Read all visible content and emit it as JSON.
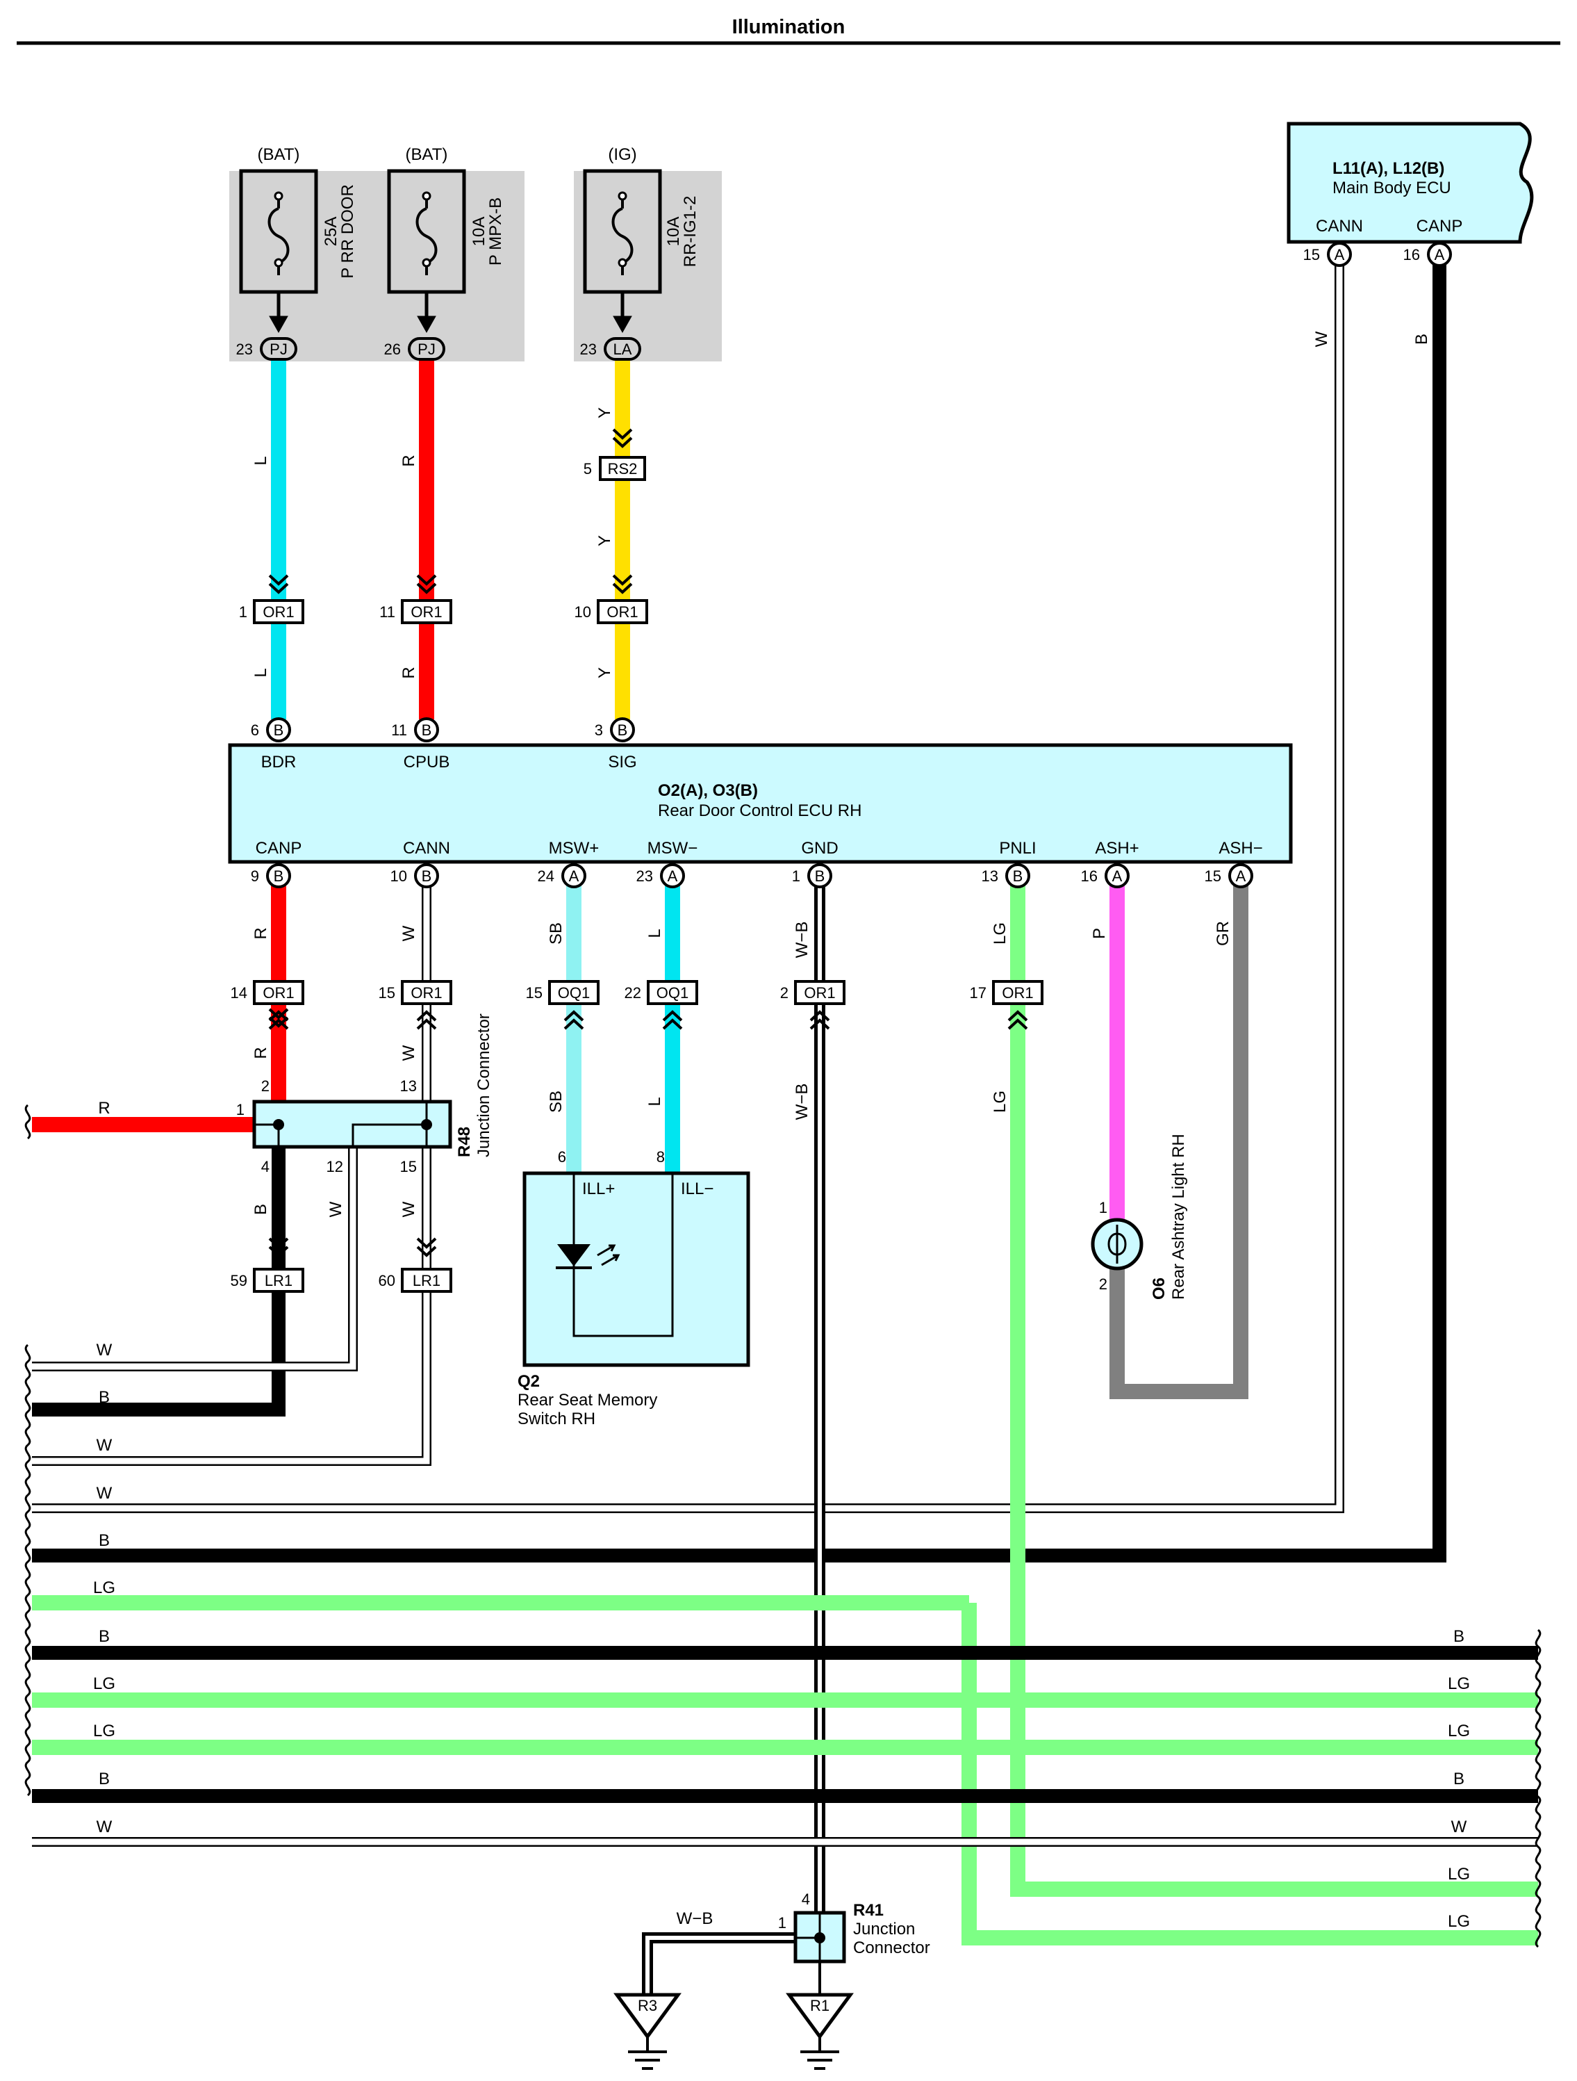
{
  "title": "Illumination",
  "colors": {
    "L": "#00e5f0",
    "R": "#ff0000",
    "Y": "#ffe000",
    "B": "#000000",
    "LG": "#7dff85",
    "W": "#ffffff",
    "SB": "#8ff2f2",
    "P": "#ff5cf2",
    "GR": "#808080",
    "WB": "#000000",
    "comp": "#ccfaff",
    "fuse_bg": "#d3d3d3"
  },
  "fuses": [
    {
      "source": "(BAT)",
      "rating": "25A",
      "name": "P RR DOOR",
      "pin": "23",
      "conn": "PJ"
    },
    {
      "source": "(BAT)",
      "rating": "10A",
      "name": "P MPX-B",
      "pin": "26",
      "conn": "PJ"
    },
    {
      "source": "(IG)",
      "rating": "10A",
      "name": "RR-IG1-2",
      "pin": "23",
      "conn": "LA"
    }
  ],
  "main_body_ecu": {
    "id": "L11(A), L12(B)",
    "name": "Main Body ECU",
    "pins": [
      {
        "label": "CANN",
        "num": "15",
        "tag": "A"
      },
      {
        "label": "CANP",
        "num": "16",
        "tag": "A"
      }
    ]
  },
  "rear_door_ecu": {
    "id": "O2(A), O3(B)",
    "name": "Rear Door Control ECU RH",
    "top_pins": [
      {
        "label": "BDR",
        "num": "6",
        "tag": "B"
      },
      {
        "label": "CPUB",
        "num": "11",
        "tag": "B"
      },
      {
        "label": "SIG",
        "num": "3",
        "tag": "B"
      }
    ],
    "bottom_pins": [
      {
        "label": "CANP",
        "num": "9",
        "tag": "B"
      },
      {
        "label": "CANN",
        "num": "10",
        "tag": "B"
      },
      {
        "label": "MSW+",
        "num": "24",
        "tag": "A"
      },
      {
        "label": "MSW−",
        "num": "23",
        "tag": "A"
      },
      {
        "label": "GND",
        "num": "1",
        "tag": "B"
      },
      {
        "label": "PNLI",
        "num": "13",
        "tag": "B"
      },
      {
        "label": "ASH+",
        "num": "16",
        "tag": "A"
      },
      {
        "label": "ASH−",
        "num": "15",
        "tag": "A"
      }
    ]
  },
  "connectors": [
    {
      "num": "5",
      "conn": "RS2"
    },
    {
      "num": "1",
      "conn": "OR1"
    },
    {
      "num": "11",
      "conn": "OR1"
    },
    {
      "num": "10",
      "conn": "OR1"
    },
    {
      "num": "14",
      "conn": "OR1"
    },
    {
      "num": "15",
      "conn": "OR1"
    },
    {
      "num": "15",
      "conn": "OQ1"
    },
    {
      "num": "22",
      "conn": "OQ1"
    },
    {
      "num": "2",
      "conn": "OR1"
    },
    {
      "num": "17",
      "conn": "OR1"
    },
    {
      "num": "59",
      "conn": "LR1"
    },
    {
      "num": "60",
      "conn": "LR1"
    }
  ],
  "r48": {
    "id": "R48",
    "name": "Junction Connector",
    "pins": [
      "1",
      "2",
      "13",
      "4",
      "12",
      "15"
    ]
  },
  "r41": {
    "id": "R41",
    "name1": "Junction",
    "name2": "Connector",
    "pins": [
      "4",
      "1"
    ]
  },
  "q2": {
    "id": "Q2",
    "name1": "Rear Seat Memory",
    "name2": "Switch RH",
    "pin_labels": [
      "ILL+",
      "ILL−"
    ],
    "pins": [
      "6",
      "8"
    ]
  },
  "o6": {
    "id": "O6",
    "name": "Rear Ashtray Light RH",
    "pins": [
      "1",
      "2"
    ]
  },
  "grounds": [
    "R3",
    "R1"
  ],
  "wire_labels": {
    "bdr": [
      "L",
      "L"
    ],
    "cpub": [
      "R",
      "R"
    ],
    "sig": [
      "Y",
      "Y",
      "Y"
    ],
    "canp_ecu": [
      "R",
      "R",
      "B"
    ],
    "cann_ecu": [
      "W",
      "W",
      "W",
      "W"
    ],
    "mswp": [
      "SB",
      "SB"
    ],
    "mswm": [
      "L",
      "L"
    ],
    "gnd": [
      "W−B",
      "W−B",
      "W−B"
    ],
    "pnli": [
      "LG",
      "LG"
    ],
    "ashp": "P",
    "ashm": "GR",
    "body_cann": "W",
    "body_canp": "B",
    "r48_in": "R"
  },
  "bus_lines_left": [
    "W",
    "B",
    "W",
    "W",
    "B",
    "LG",
    "B",
    "LG",
    "LG",
    "B",
    "W"
  ],
  "bus_lines_right": [
    "B",
    "LG",
    "LG",
    "B",
    "W",
    "LG",
    "LG"
  ]
}
